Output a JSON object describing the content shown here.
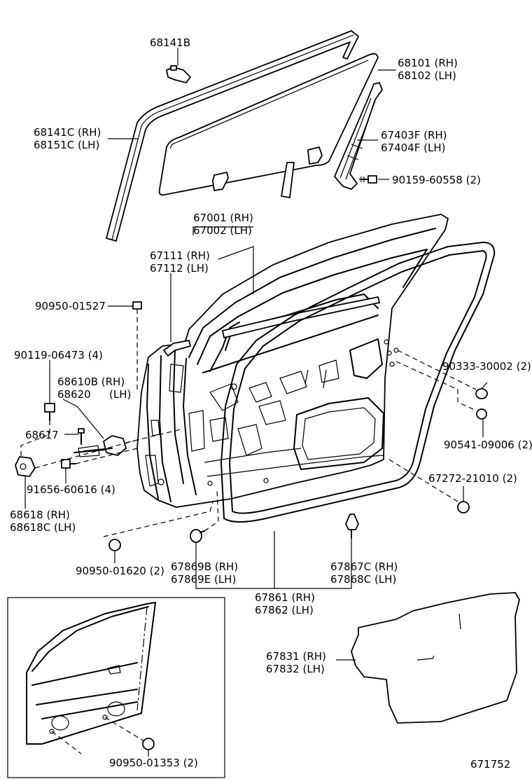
{
  "diagram_id": "671752",
  "labels": {
    "l68141B": "68141B",
    "l68101": "68101 (RH)",
    "l68102": "68102 (LH)",
    "l68141C": "68141C (RH)",
    "l68151C": "68151C (LH)",
    "l67403F": "67403F (RH)",
    "l67404F": "67404F (LH)",
    "l90159": "90159-60558 (2)",
    "l67001": "67001 (RH)",
    "l67002": "67002 (LH)",
    "l67111": "67111 (RH)",
    "l67112": "67112 (LH)",
    "l90950_01527": "90950-01527",
    "l90119": "90119-06473 (4)",
    "l68610B": "68610B (RH)",
    "l68620": "68620",
    "l68620lh": "(LH)",
    "l68617": "68617",
    "l91656": "91656-60616 (4)",
    "l68618": "68618 (RH)",
    "l68618C": "68618C (LH)",
    "l90333": "90333-30002 (2)",
    "l90541": "90541-09006 (2)",
    "l67272": "67272-21010 (2)",
    "l90950_01620": "90950-01620 (2)",
    "l67869B": "67869B (RH)",
    "l67869E": "67869E (LH)",
    "l67867C": "67867C (RH)",
    "l67868C": "67868C (LH)",
    "l67861": "67861 (RH)",
    "l67862": "67862 (LH)",
    "l67831": "67831 (RH)",
    "l67832": "67832 (LH)",
    "l90950_01353": "90950-01353 (2)"
  }
}
